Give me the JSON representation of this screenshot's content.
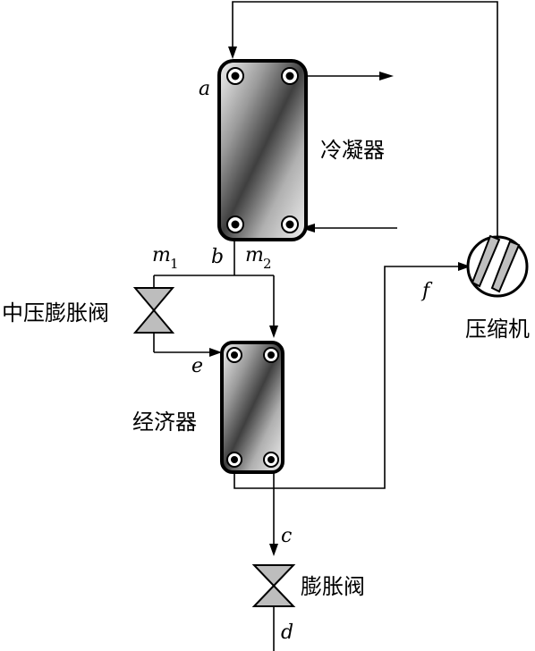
{
  "labels": {
    "condenser": "冷凝器",
    "economizer": "经济器",
    "compressor": "压缩机",
    "mid_valve": "中压膨胀阀",
    "exp_valve": "膨胀阀"
  },
  "points": {
    "a": "a",
    "b": "b",
    "c": "c",
    "d": "d",
    "e": "e",
    "f": "f",
    "m1_base": "m",
    "m1_sub": "1",
    "m2_base": "m",
    "m2_sub": "2"
  },
  "colors": {
    "line": "#000000",
    "valve_fill": "#bdbdbd",
    "metal_light": "#f2f2f2",
    "metal_dark": "#4a4a4a"
  }
}
